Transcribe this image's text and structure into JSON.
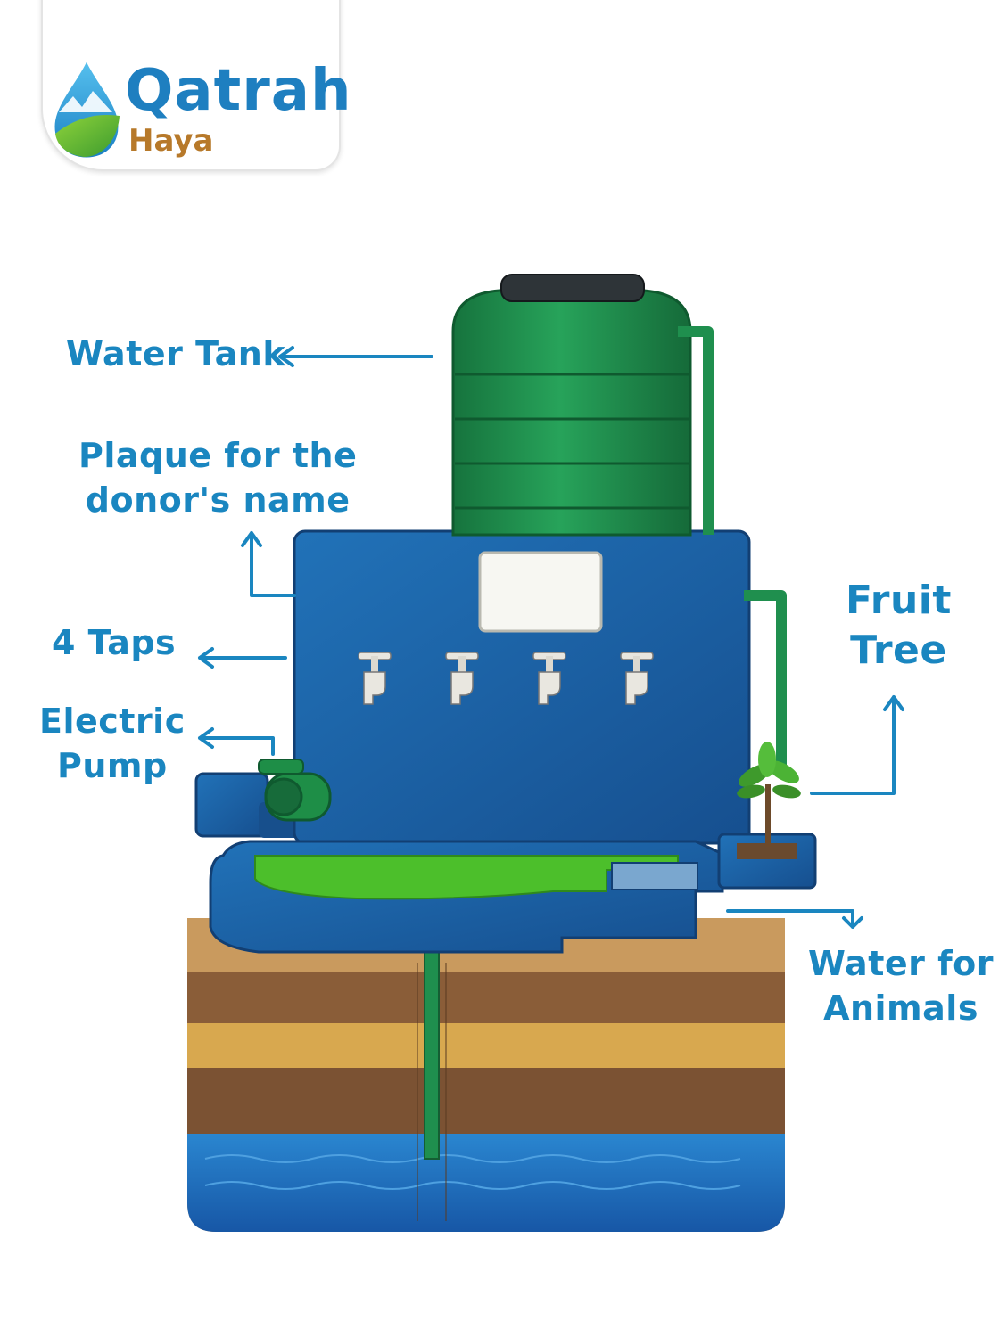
{
  "brand": {
    "name": "Qatrah",
    "subname": "Haya"
  },
  "labels": {
    "water_tank": "Water Tank",
    "plaque": [
      "Plaque for the",
      "donor's name"
    ],
    "taps": "4 Taps",
    "pump": [
      "Electric",
      "Pump"
    ],
    "fruit_tree": [
      "Fruit",
      "Tree"
    ],
    "animals": [
      "Water for",
      "Animals"
    ]
  },
  "colors": {
    "label": "#1a86c0",
    "tank": "#1f8f4e",
    "structure": "#1b63a8",
    "trough_water": "#4cbf2b",
    "soil_light": "#c69352",
    "soil_dark": "#7a5231",
    "groundwater": "#1e6fc0",
    "brand_blue": "#1e7fc0",
    "brand_gold": "#b7792a"
  },
  "icons": {
    "logo": "water-drop-logo-icon",
    "tap": "tap-icon"
  }
}
